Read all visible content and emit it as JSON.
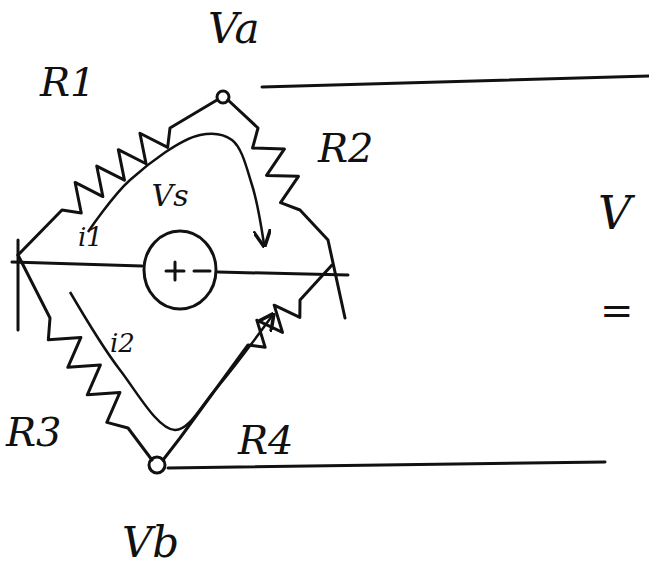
{
  "diagram": {
    "nodes": [
      {
        "text": [
          "Vs"
        ]
      }
    ],
    "labels": [
      "Va",
      "R1",
      "R2",
      "i1",
      "i2",
      "R3",
      "R4",
      "Vb",
      "V",
      "="
    ]
  }
}
